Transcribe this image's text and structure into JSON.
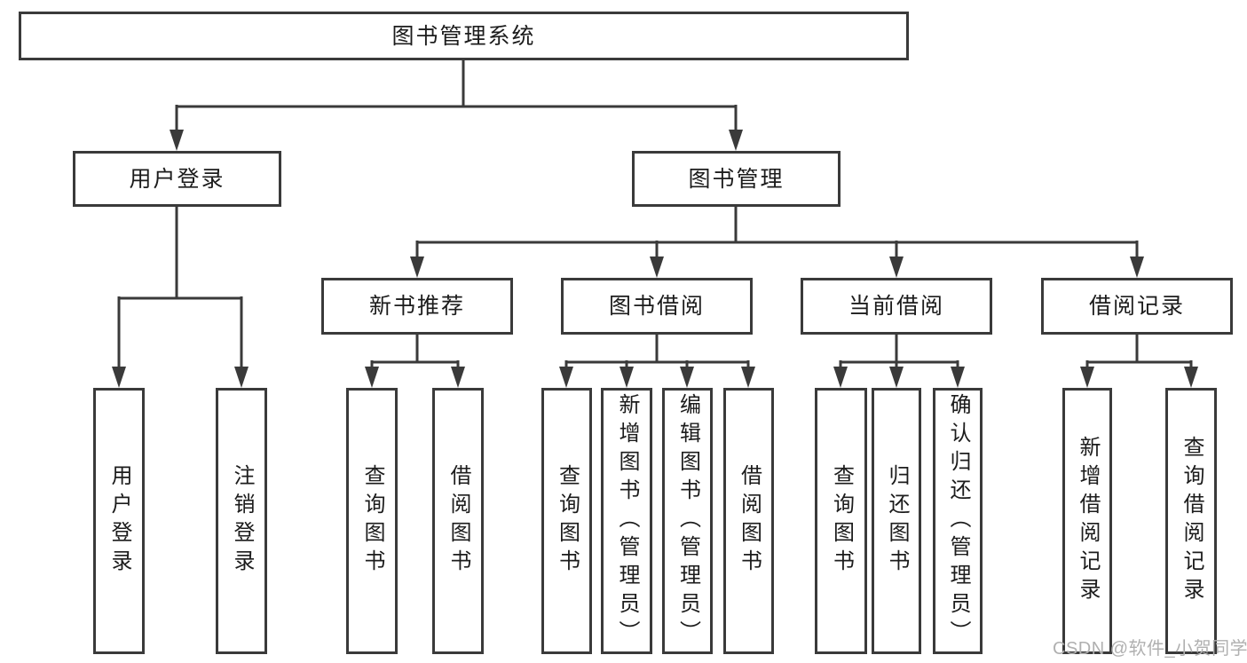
{
  "diagram": {
    "root": {
      "label": "图书管理系统"
    },
    "branches": [
      {
        "label": "用户登录",
        "children": [
          {
            "label": "用户登录"
          },
          {
            "label": "注销登录"
          }
        ]
      },
      {
        "label": "图书管理",
        "children": [
          {
            "label": "新书推荐",
            "children": [
              {
                "label": "查询图书"
              },
              {
                "label": "借阅图书"
              }
            ]
          },
          {
            "label": "图书借阅",
            "children": [
              {
                "label": "查询图书"
              },
              {
                "label": "新增图书（管理员）"
              },
              {
                "label": "编辑图书（管理员）"
              },
              {
                "label": "借阅图书"
              }
            ]
          },
          {
            "label": "当前借阅",
            "children": [
              {
                "label": "查询图书"
              },
              {
                "label": "归还图书"
              },
              {
                "label": "确认归还（管理员）"
              }
            ]
          },
          {
            "label": "借阅记录",
            "children": [
              {
                "label": "新增借阅记录"
              },
              {
                "label": "查询借阅记录"
              }
            ]
          }
        ]
      }
    ]
  },
  "watermark": {
    "text": "CSDN @软件_小贺同学",
    "color": "#b0b0b0"
  },
  "colors": {
    "line": "#3a3a3a",
    "text": "#1c1c1c",
    "background": "#ffffff"
  }
}
